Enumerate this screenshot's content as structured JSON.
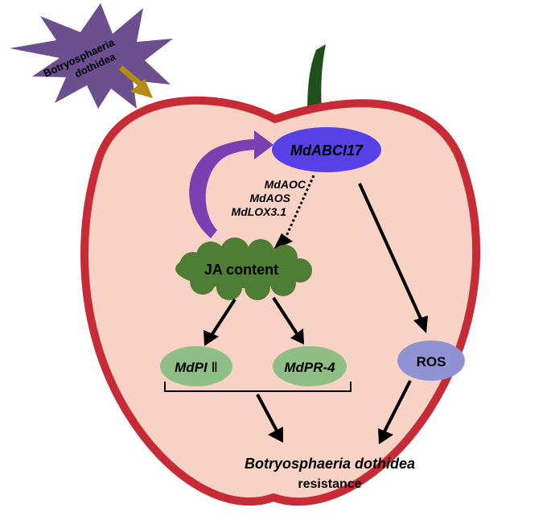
{
  "pathogen": {
    "line1": "Botryosphaeria",
    "line2": "dothidea"
  },
  "nodes": {
    "mdabci17": "MdABCI17",
    "ja_content": "JA content",
    "mdpi_ital": "MdPI",
    "mdpi_roman": " Ⅱ",
    "mdpr4": "MdPR-4",
    "ros": "ROS"
  },
  "genes": [
    "MdAOC",
    "MdAOS",
    "MdLOX3.1"
  ],
  "outcome": {
    "line1": "Botryosphaeria dothidea",
    "line2": "resistance"
  },
  "colors": {
    "apple_skin": "#c62b36",
    "apple_flesh": "#f8d3c5",
    "stem": "#1f4f1a",
    "pathogen_star": "#6b4f8e",
    "pathogen_arrow": "#b58d16",
    "mdabci17_fill": "#5741e6",
    "feedback_arrow": "#7a3fb0",
    "ja_cloud": "#4e7e34",
    "target_fill": "#8fbf84",
    "ros_fill": "#8f93d3",
    "arrow": "#000000"
  }
}
